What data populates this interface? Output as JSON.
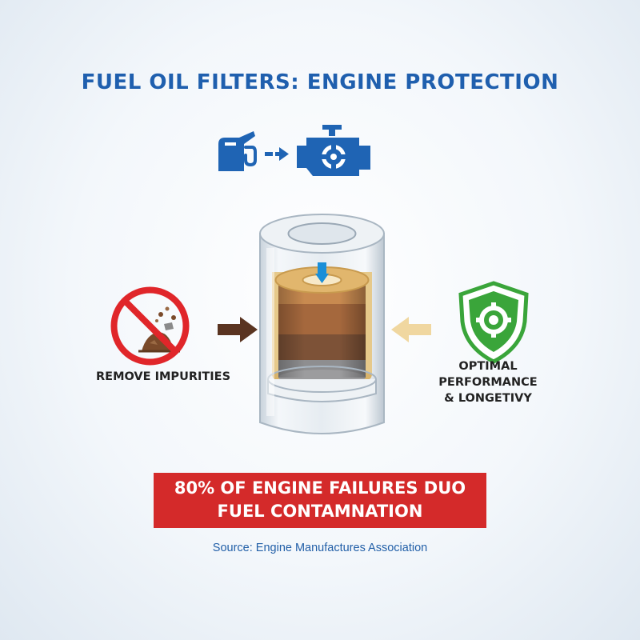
{
  "title": "FUEL OIL FILTERS: ENGINE PROTECTION",
  "left_panel": {
    "label": "REMOVE IMPURITIES",
    "icon": "no-dirt-icon",
    "arrow_color": "#5a3421"
  },
  "right_panel": {
    "label_lines": [
      "OPTIMAL",
      "PERFORMANCE",
      "& LONGETIVY"
    ],
    "icon": "shield-gear-icon",
    "arrow_color": "#f0d7a0"
  },
  "header_icons": [
    "fuel-pump-icon",
    "arrow-right-icon",
    "engine-gear-icon"
  ],
  "stat": {
    "lines": [
      "80% OF ENGINE FAILURES DUO",
      "FUEL CONTAMNATION"
    ],
    "color": "#d42a2a"
  },
  "source": "Source: Engine Manufactures Association",
  "colors": {
    "title": "#1f5fae",
    "icon_blue": "#1f64b4",
    "shield_green": "#3aa53a",
    "prohibit_red": "#e0262a"
  }
}
